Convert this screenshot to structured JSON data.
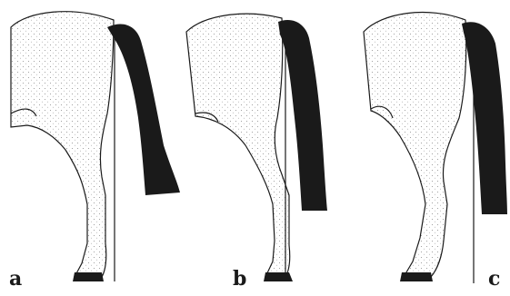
{
  "figure": {
    "panels": [
      {
        "id": "a",
        "label": "a"
      },
      {
        "id": "b",
        "label": "b"
      },
      {
        "id": "c",
        "label": "c"
      }
    ],
    "colors": {
      "ink": "#1a1a1a",
      "background": "#ffffff",
      "shading": "#8a8a8a"
    }
  }
}
